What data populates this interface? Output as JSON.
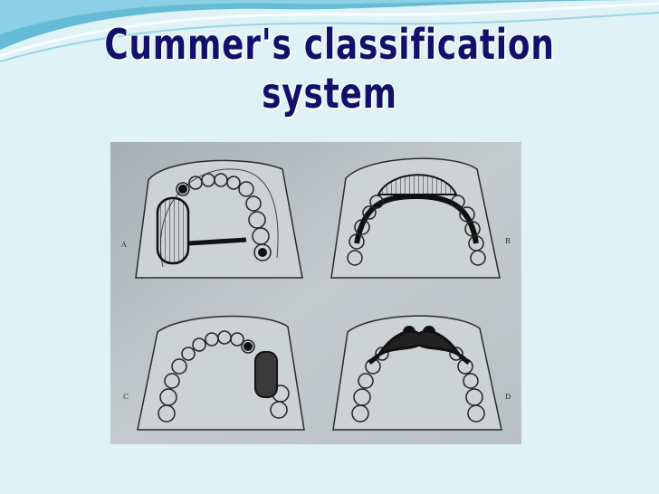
{
  "slide": {
    "title": "Cummer's classification system"
  },
  "figure": {
    "panel_labels": [
      "A",
      "B",
      "C",
      "D"
    ]
  }
}
